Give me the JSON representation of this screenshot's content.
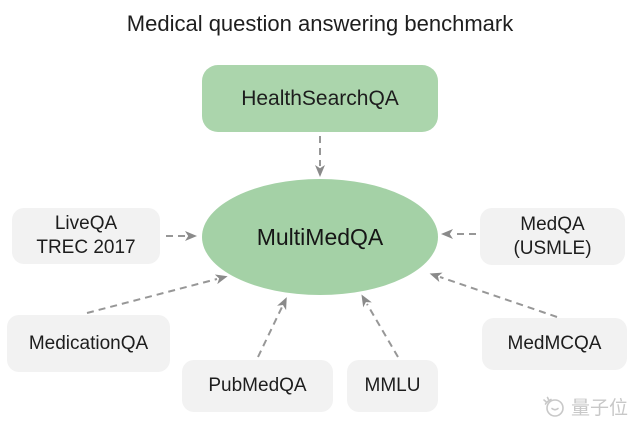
{
  "title": "Medical question answering benchmark",
  "diagram": {
    "hub": {
      "label": "MultiMedQA"
    },
    "sources": {
      "healthsearchqa": {
        "label": "HealthSearchQA"
      },
      "liveqa": {
        "line1": "LiveQA",
        "line2": "TREC 2017"
      },
      "medqa": {
        "line1": "MedQA",
        "line2": "(USMLE)"
      },
      "medicationqa": {
        "label": "MedicationQA"
      },
      "pubmedqa": {
        "label": "PubMedQA"
      },
      "mmlu": {
        "label": "MMLU"
      },
      "medmcqa": {
        "label": "MedMCQA"
      }
    },
    "edges": [
      {
        "from": "HealthSearchQA",
        "to": "MultiMedQA"
      },
      {
        "from": "LiveQA TREC 2017",
        "to": "MultiMedQA"
      },
      {
        "from": "MedQA (USMLE)",
        "to": "MultiMedQA"
      },
      {
        "from": "MedicationQA",
        "to": "MultiMedQA"
      },
      {
        "from": "PubMedQA",
        "to": "MultiMedQA"
      },
      {
        "from": "MMLU",
        "to": "MultiMedQA"
      },
      {
        "from": "MedMCQA",
        "to": "MultiMedQA"
      }
    ],
    "colors": {
      "node_green": "#abd5ac",
      "hub_green": "#a4d1a6",
      "node_gray": "#f2f2f2",
      "arrow_gray": "#8f8f8f",
      "text": "#1d1d1d"
    }
  },
  "watermark": {
    "label": "量子位",
    "icon": "qbitai-logo",
    "color": "#c8c8c8"
  }
}
